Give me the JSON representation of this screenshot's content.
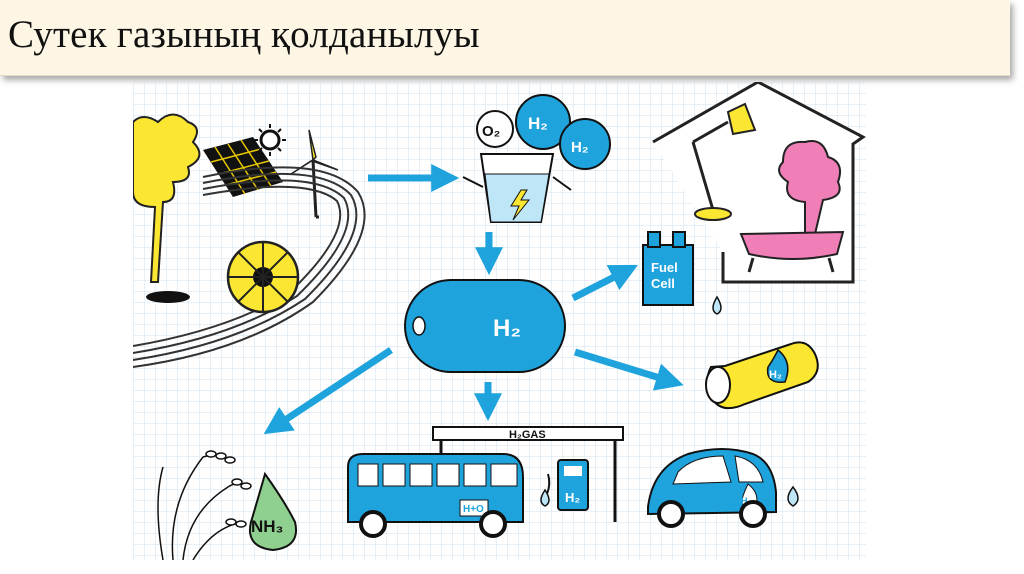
{
  "title": "Сутек газының қолданылуы",
  "labels": {
    "o2": "O₂",
    "h2_bubble_1": "H₂",
    "h2_bubble_2": "H₂",
    "h2_tank": "H₂",
    "fuel_cell_line1": "Fuel",
    "fuel_cell_line2": "Cell",
    "gas_station": "H₂GAS",
    "bus_sign": "H+O",
    "pump": "H₂",
    "nh3": "NH₃",
    "cylinder": "H₂",
    "car": "H₂"
  },
  "colors": {
    "blue": "#1fa3dc",
    "yellow": "#fbe632",
    "pink": "#ef7fb6",
    "green": "#8fcf8f",
    "grid": "#cfe0ee"
  }
}
